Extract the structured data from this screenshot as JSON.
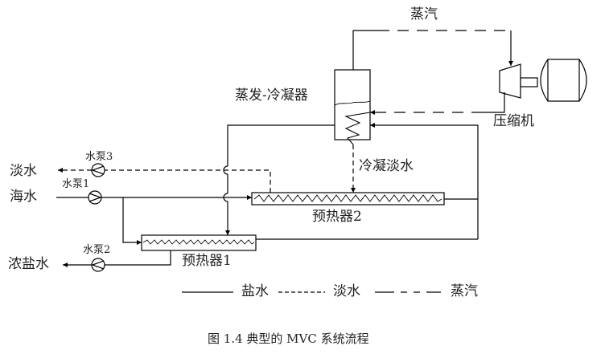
{
  "labels": {
    "steam_top": "蒸汽",
    "evaporator_condenser": "蒸发-冷凝器",
    "compressor": "压缩机",
    "condensed_fresh_water": "冷凝淡水",
    "fresh_water_out": "淡水",
    "seawater_in": "海水",
    "brine_out": "浓盐水",
    "pump3": "水泵3",
    "pump1": "水泵1",
    "pump2": "水泵2",
    "preheater2": "预热器2",
    "preheater1": "预热器1"
  },
  "legend": {
    "items": [
      {
        "line": "solid",
        "label": "盐水"
      },
      {
        "line": "short-dash",
        "label": "淡水"
      },
      {
        "line": "long-dash",
        "label": "蒸汽"
      }
    ]
  },
  "caption": "图 1.4  典型的 MVC 系统流程",
  "colors": {
    "line": "#000000",
    "text": "#222222",
    "background": "#ffffff"
  }
}
